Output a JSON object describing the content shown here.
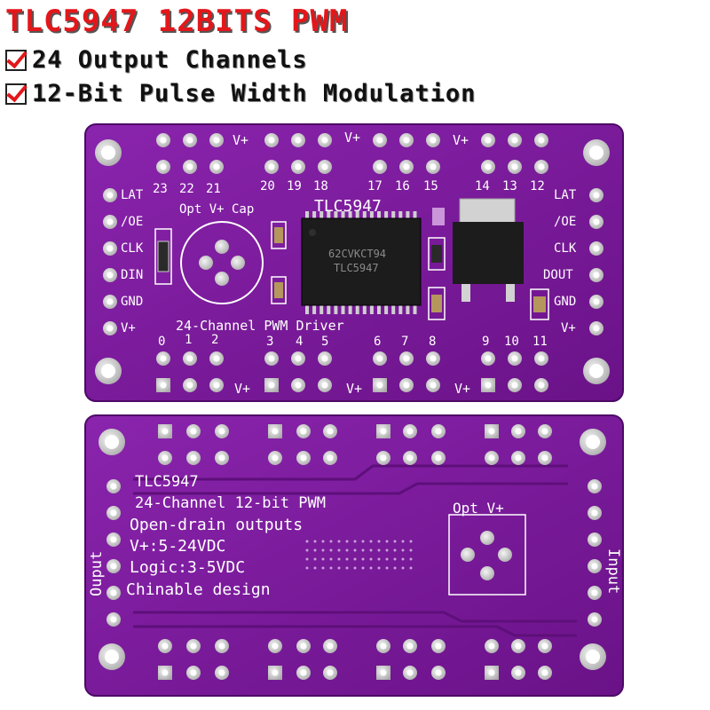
{
  "header": {
    "title": "TLC5947 12BITS PWM",
    "features": [
      "24 Output Channels",
      "12-Bit Pulse Width Modulation"
    ]
  },
  "colors": {
    "pcb": "#7a1a9a",
    "pcb_dark": "#5e0f7a",
    "silkscreen": "#ffffff",
    "title_red": "#e3171b",
    "pad_silver": "#d6d6d6"
  },
  "front_board": {
    "vplus_label": "V+",
    "top_channel_labels": [
      "23",
      "22",
      "21",
      "20",
      "19",
      "18",
      "17",
      "16",
      "15",
      "14",
      "13",
      "12"
    ],
    "bottom_channel_labels": [
      "0",
      "1",
      "2",
      "3",
      "4",
      "5",
      "6",
      "7",
      "8",
      "9",
      "10",
      "11"
    ],
    "left_pins": [
      "LAT",
      "/OE",
      "CLK",
      "DIN",
      "GND",
      "V+"
    ],
    "right_pins": [
      "LAT",
      "/OE",
      "CLK",
      "DOUT",
      "GND",
      "V+"
    ],
    "cap_label": "Opt V+ Cap",
    "chip_label": "TLC5947",
    "chip_marking_1": "62CVKCT94",
    "chip_marking_2": "TLC5947",
    "driver_label": "24-Channel PWM Driver"
  },
  "back_board": {
    "lines": [
      "TLC5947",
      "24-Channel 12-bit PWM",
      "Open-drain outputs",
      "V+:5-24VDC",
      "Logic:3-5VDC",
      "Chinable design"
    ],
    "opt_label": "Opt V+",
    "left_side_label": "Ouput",
    "right_side_label": "Input"
  }
}
